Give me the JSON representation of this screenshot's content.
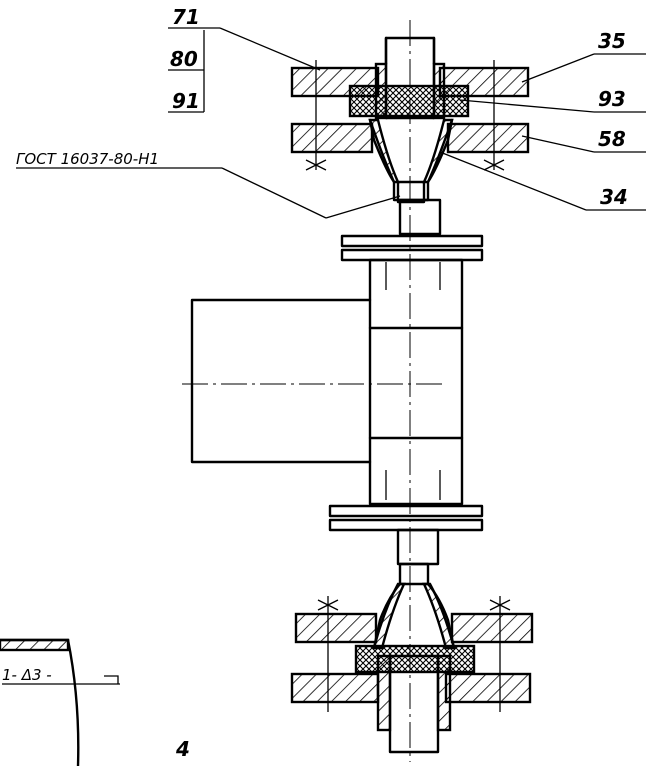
{
  "callouts": {
    "c71": "71",
    "c80": "80",
    "c91": "91",
    "c35": "35",
    "c93": "93",
    "c58": "58",
    "c34": "34",
    "gost": "ГОСТ 16037-80-Н1"
  },
  "fragment": {
    "weld_mark": "1- Δ3 -",
    "number": "4"
  }
}
